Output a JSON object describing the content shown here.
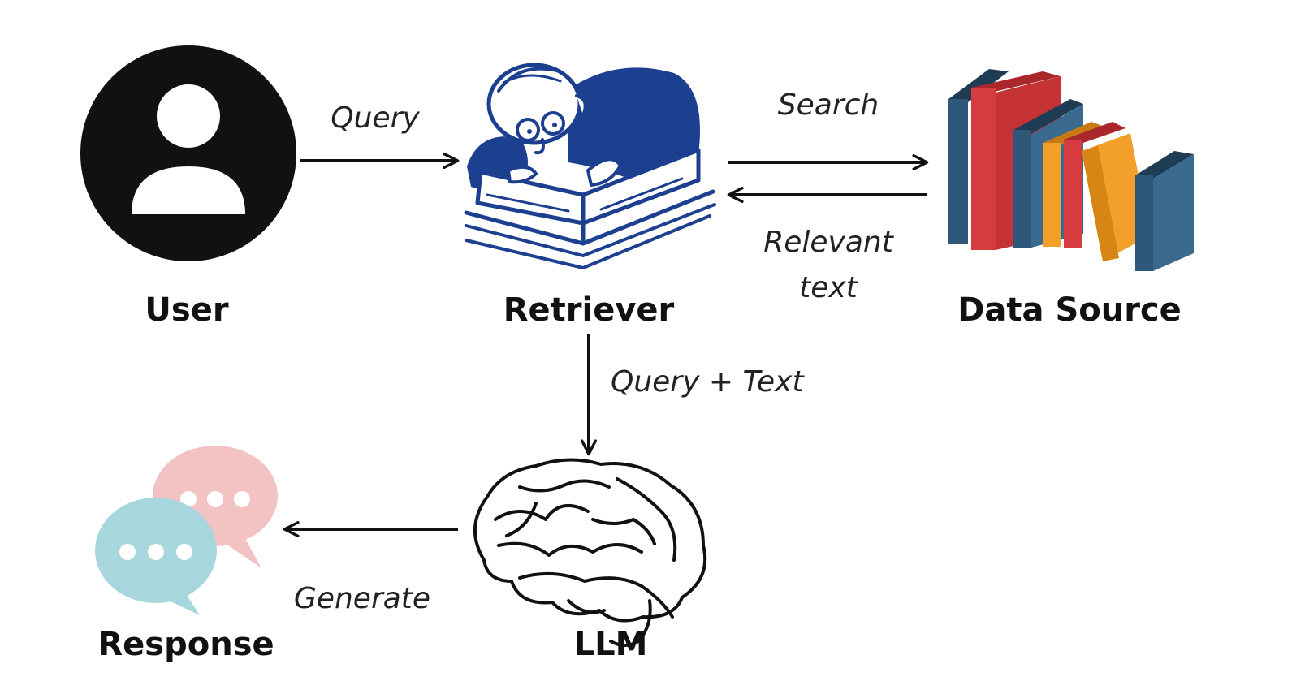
{
  "nodes": {
    "user": {
      "label": "User",
      "icon": "user-icon"
    },
    "retriever": {
      "label": "Retriever",
      "icon": "reading-man-icon"
    },
    "data_source": {
      "label": "Data Source",
      "icon": "books-icon"
    },
    "llm": {
      "label": "LLM",
      "icon": "brain-icon"
    },
    "response": {
      "label": "Response",
      "icon": "chat-bubbles-icon"
    }
  },
  "edges": {
    "query": "Query",
    "search": "Search",
    "relevant_text": [
      "Relevant",
      "text"
    ],
    "query_text": "Query + Text",
    "generate": "Generate"
  },
  "colors": {
    "ink": "#111111",
    "navy": "#1d3f8f",
    "book_blue": "#2f5779",
    "book_red": "#d63c3f",
    "book_orange": "#f2a02a",
    "bubble_pink": "#f3c3c4",
    "bubble_teal": "#a7d7dc"
  }
}
